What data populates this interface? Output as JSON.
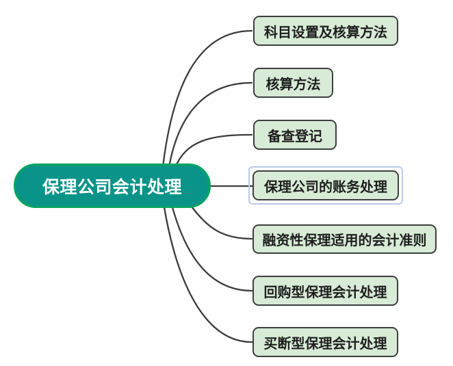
{
  "diagram": {
    "type": "mindmap",
    "central": {
      "label": "保理公司会计处理"
    },
    "branches": [
      {
        "label": "科目设置及核算方法",
        "selected": false
      },
      {
        "label": "核算方法",
        "selected": false
      },
      {
        "label": "备查登记",
        "selected": false
      },
      {
        "label": "保理公司的账务处理",
        "selected": true
      },
      {
        "label": "融资性保理适用的会计准则",
        "selected": false
      },
      {
        "label": "回购型保理会计处理",
        "selected": false
      },
      {
        "label": "买断型保理会计处理",
        "selected": false
      }
    ],
    "colors": {
      "central_fill": "#0A9489",
      "central_border": "#07A561",
      "central_text": "#FFFFFF",
      "branch_fill": "#D7EBD6",
      "branch_border": "#3E3E3E",
      "branch_text": "#1E1E1E",
      "connector": "#3C3C3C",
      "selection_outline": "#B9CBE8",
      "background": "#FFFFFF"
    }
  }
}
